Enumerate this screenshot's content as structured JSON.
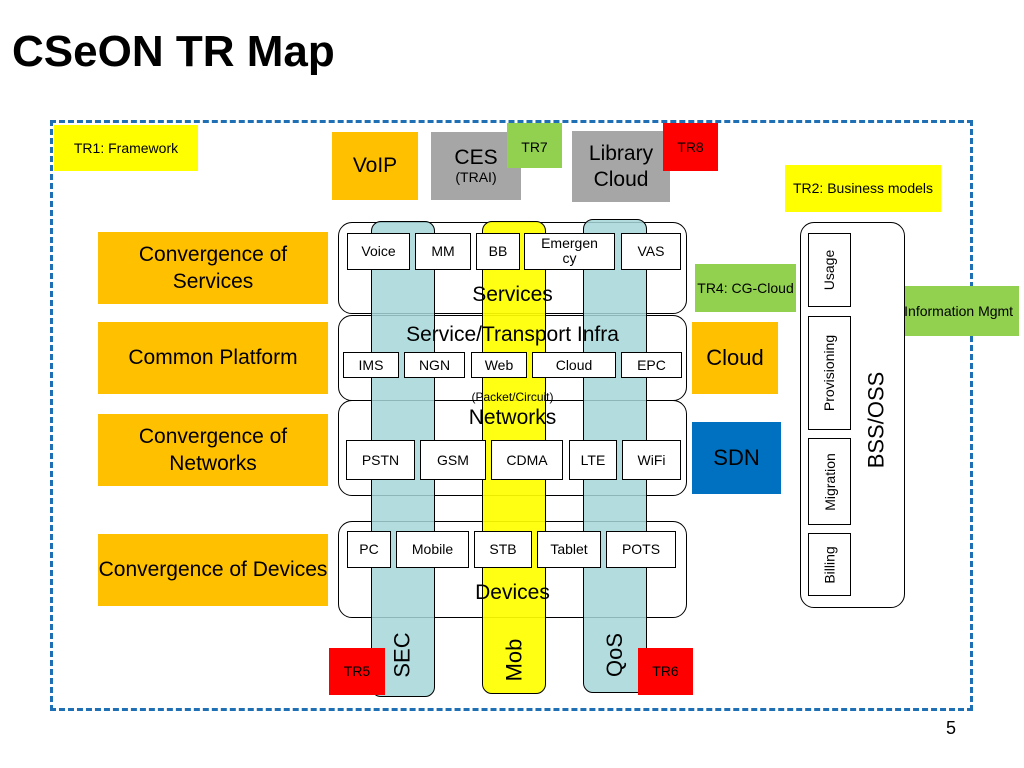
{
  "title": "CSeON TR Map",
  "page_number": "5",
  "tags": {
    "tr1": "TR1: Framework",
    "tr2": "TR2: Business models",
    "tr3": "TR3: Information Mgmt",
    "tr4": "TR4: CG-Cloud",
    "tr5": "TR5",
    "tr6": "TR6",
    "tr7": "TR7",
    "tr8": "TR8"
  },
  "top_boxes": {
    "voip": "VoIP",
    "ces": "CES",
    "ces_sub": "(TRAI)",
    "library_cloud": "Library Cloud"
  },
  "left_boxes": {
    "services": "Convergence of Services",
    "platform": "Common Platform",
    "networks": "Convergence of Networks",
    "devices": "Convergence of Devices"
  },
  "right_boxes": {
    "cloud": "Cloud",
    "sdn": "SDN"
  },
  "layers": {
    "services": {
      "label": "Services",
      "items": [
        "Voice",
        "MM",
        "BB",
        "Emergen cy",
        "VAS"
      ]
    },
    "infra": {
      "label": "Service/Transport Infra",
      "items": [
        "IMS",
        "NGN",
        "Web",
        "Cloud",
        "EPC"
      ]
    },
    "networks": {
      "label": "Networks",
      "note": "(Packet/Circuit)",
      "items": [
        "PSTN",
        "GSM",
        "CDMA",
        "LTE",
        "WiFi"
      ]
    },
    "devices": {
      "label": "Devices",
      "items": [
        "PC",
        "Mobile",
        "STB",
        "Tablet",
        "POTS"
      ]
    }
  },
  "columns": {
    "sec": "SEC",
    "mob": "Mob",
    "qos": "QoS"
  },
  "bss": {
    "label": "BSS/OSS",
    "items": [
      "Usage",
      "Provisioning",
      "Migration",
      "Billing"
    ]
  },
  "colors": {
    "frame": "#1f6fb5",
    "tag_yellow": "#ffff00",
    "tag_green": "#92d050",
    "tag_red": "#ff0000",
    "box_orange": "#ffc000",
    "box_grey": "#a6a6a6",
    "box_blue": "#0070c0",
    "column_blue": "#a6d6d8",
    "column_yellow": "#ffff00"
  }
}
